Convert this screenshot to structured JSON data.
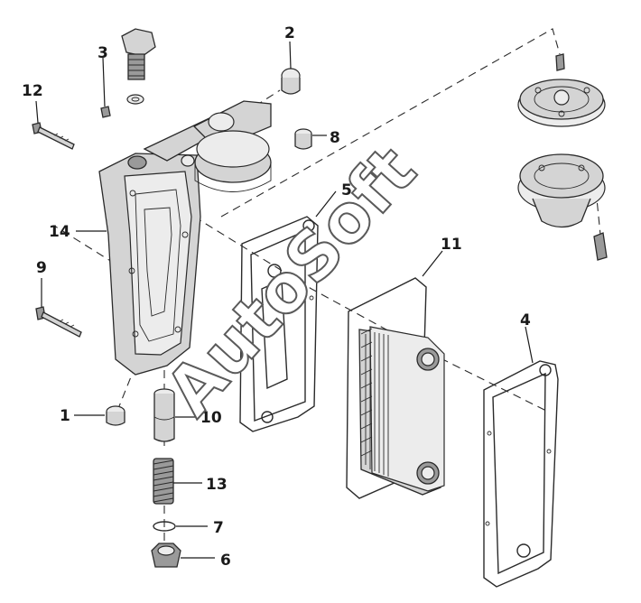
{
  "watermark": "AutoSoft",
  "callouts": [
    {
      "id": "c12",
      "text": "12"
    },
    {
      "id": "c3",
      "text": "3"
    },
    {
      "id": "c2",
      "text": "2"
    },
    {
      "id": "c8",
      "text": "8"
    },
    {
      "id": "c5",
      "text": "5"
    },
    {
      "id": "c14",
      "text": "14"
    },
    {
      "id": "c9",
      "text": "9"
    },
    {
      "id": "c11",
      "text": "11"
    },
    {
      "id": "c4",
      "text": "4"
    },
    {
      "id": "c1",
      "text": "1"
    },
    {
      "id": "c10",
      "text": "10"
    },
    {
      "id": "c13",
      "text": "13"
    },
    {
      "id": "c7",
      "text": "7"
    },
    {
      "id": "c6",
      "text": "6"
    }
  ]
}
